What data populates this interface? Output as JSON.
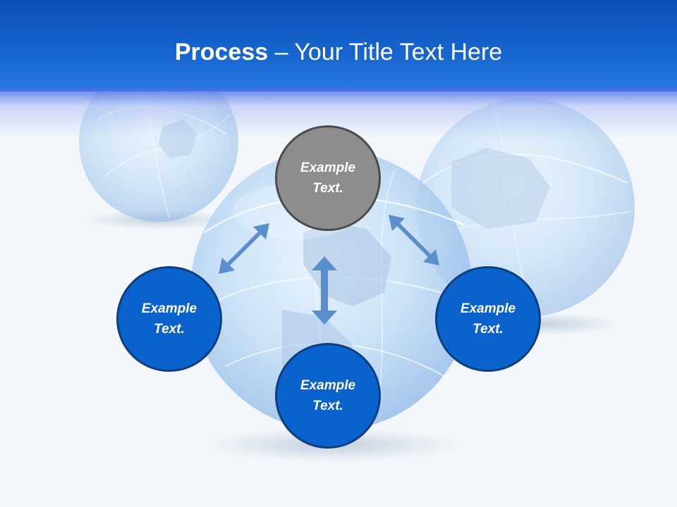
{
  "title": {
    "bold": "Process",
    "rest": " – Your Title Text Here"
  },
  "nodes": {
    "top": {
      "line1": "Example",
      "line2": "Text."
    },
    "left": {
      "line1": "Example",
      "line2": "Text."
    },
    "right": {
      "line1": "Example",
      "line2": "Text."
    },
    "bottom": {
      "line1": "Example",
      "line2": "Text."
    }
  },
  "colors": {
    "header": "#0b4fb5",
    "node_blue": "#0a63cc",
    "node_gray": "#8d8d8d",
    "arrow": "#5b8fcb"
  }
}
